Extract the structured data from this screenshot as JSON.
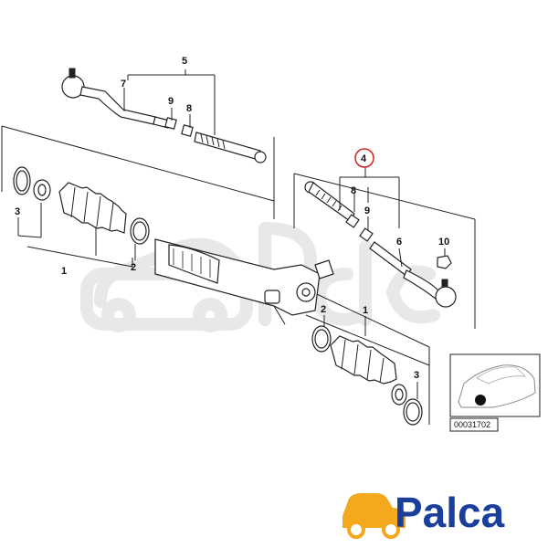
{
  "callouts": {
    "c5_top": "5",
    "c7": "7",
    "c9_left": "9",
    "c8_left": "8",
    "c3_left": "3",
    "c1_left": "1",
    "c2_left": "2",
    "c4": "4",
    "c8_right": "8",
    "c9_right": "9",
    "c6": "6",
    "c10": "10",
    "c2_right": "2",
    "c1_right": "1",
    "c3_right": "3"
  },
  "highlight_color": "#d62020",
  "reference_number": "00031702",
  "brand": {
    "name": "Palca",
    "primary_color": "#1a3f9a",
    "accent_color": "#f3a81e"
  }
}
